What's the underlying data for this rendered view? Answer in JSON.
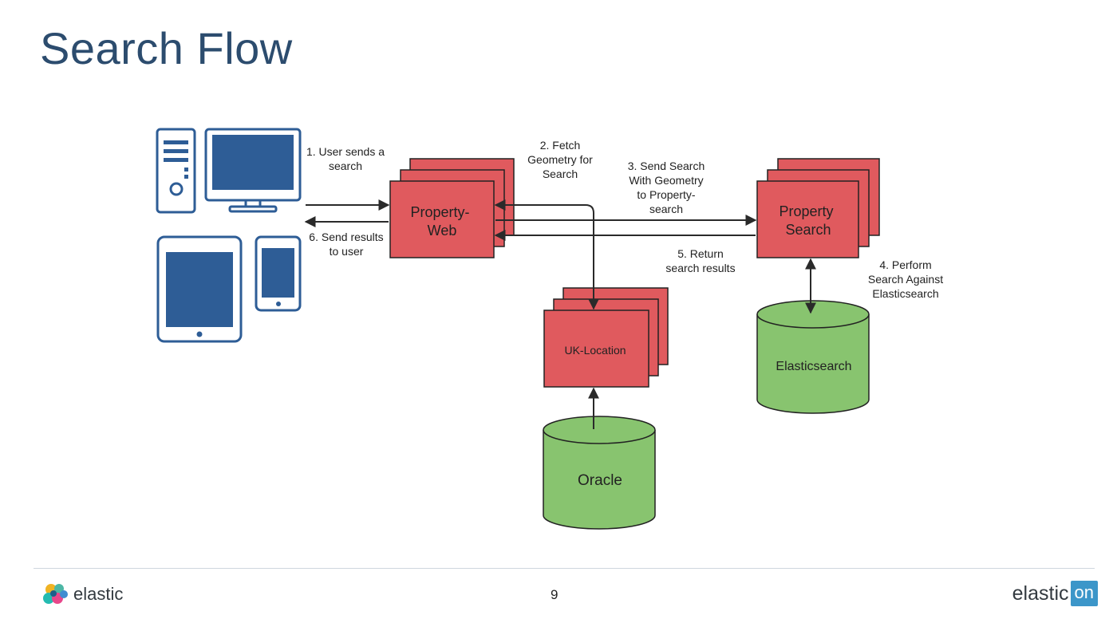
{
  "title": "Search Flow",
  "nodes": {
    "property_web": "Property-\nWeb",
    "property_search": "Property\nSearch",
    "uk_location": "UK-Location",
    "oracle": "Oracle",
    "elasticsearch": "Elasticsearch"
  },
  "steps": {
    "step1": "1. User sends a\nsearch",
    "step2": "2. Fetch\nGeometry for\nSearch",
    "step3": "3. Send Search\nWith Geometry\nto Property-\nsearch",
    "step4": "4. Perform\nSearch Against\nElasticsearch",
    "step5": "5. Return\nsearch results",
    "step6": "6. Send results\nto user"
  },
  "colors": {
    "service_fill": "#e05a5e",
    "db_fill": "#88c46f",
    "device": "#2e5d96",
    "title": "#2c4c6e"
  },
  "icons": [
    "desktop-tower-icon",
    "monitor-icon",
    "tablet-icon",
    "phone-icon"
  ],
  "footer": {
    "brand": "elastic",
    "page_number": "9",
    "event_word": "elastic",
    "event_badge": "on"
  }
}
